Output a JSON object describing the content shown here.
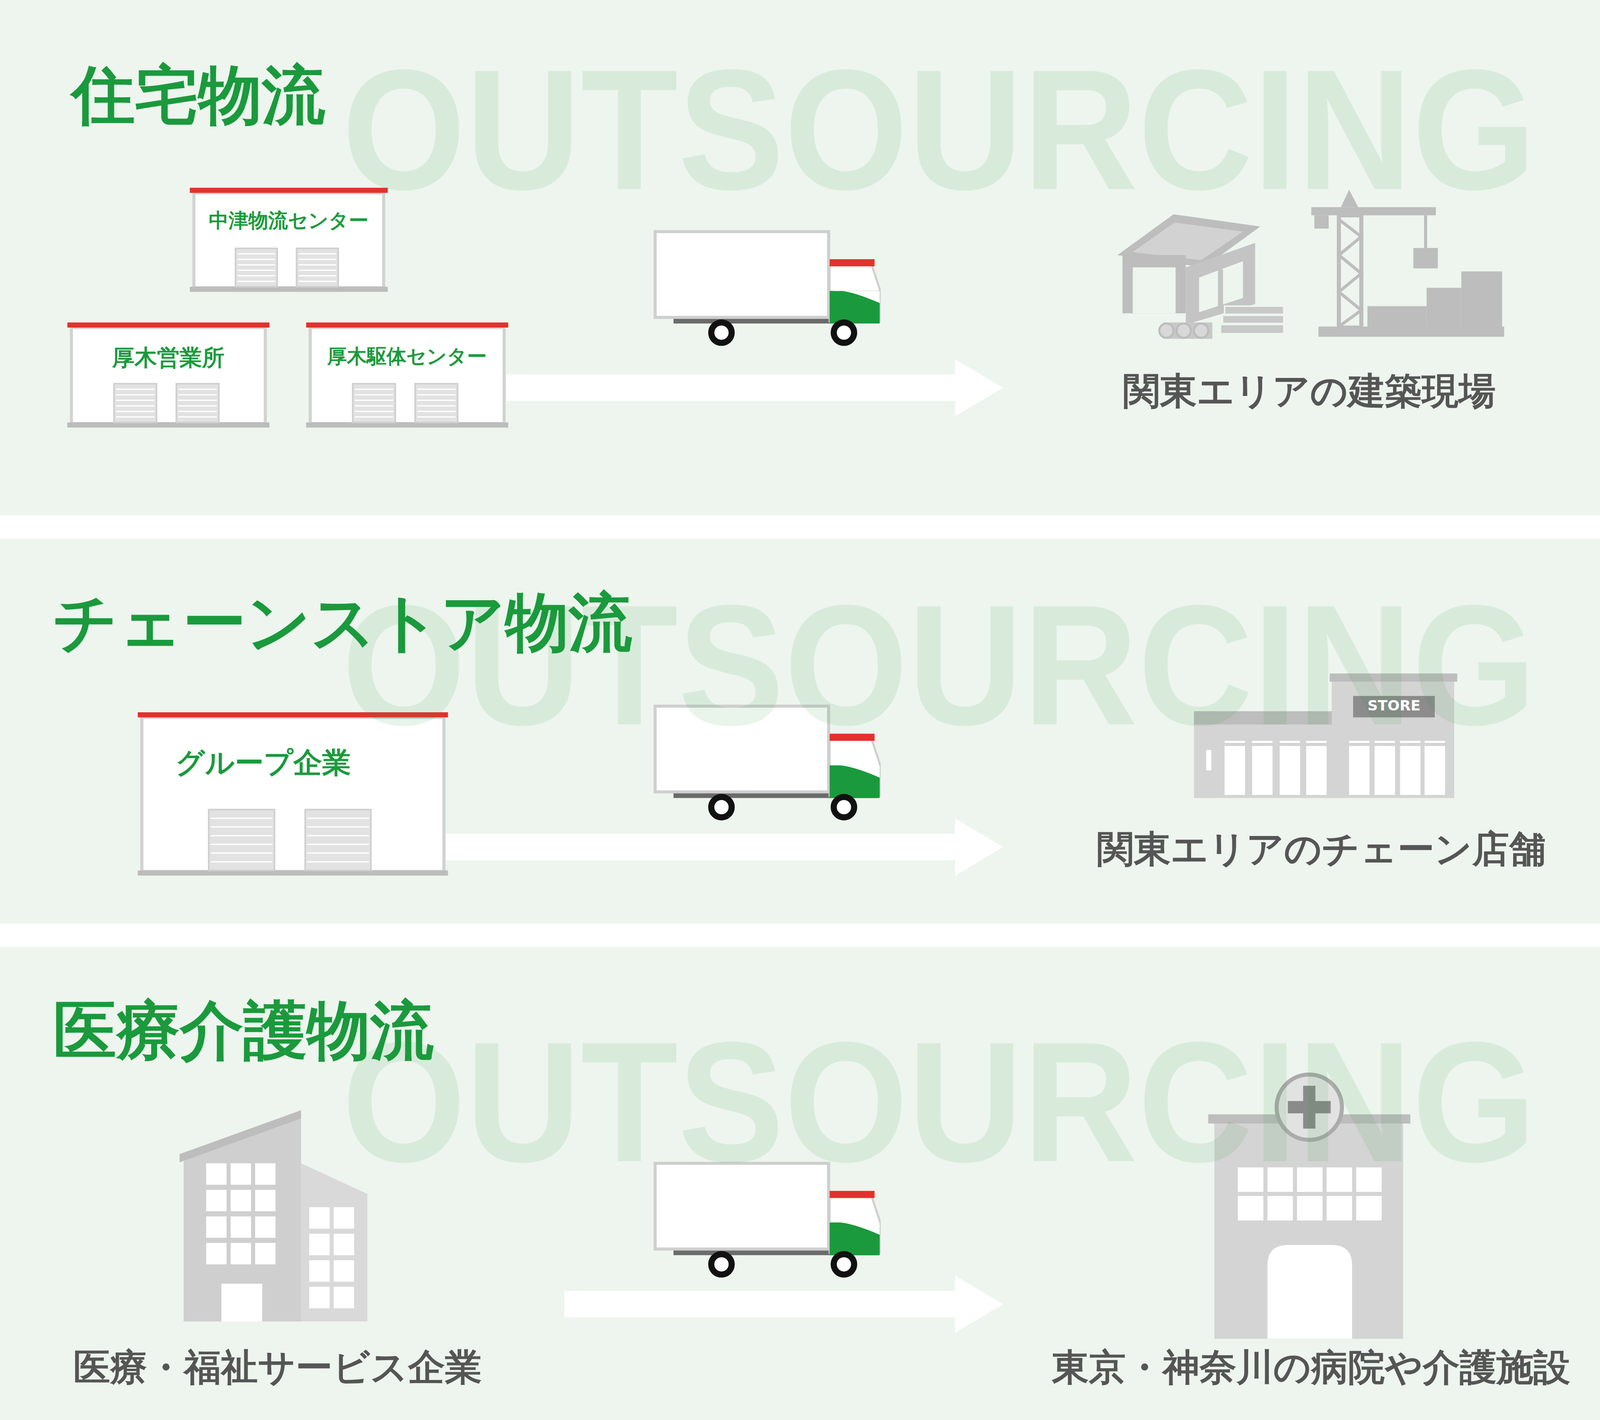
{
  "diagram": {
    "nodes": [
      {
        "text": [
          "住宅物流"
        ]
      },
      {
        "text": [
          "中津物流センター"
        ],
        "in": 0
      },
      {
        "text": [
          "厚木営業所"
        ],
        "in": 0
      },
      {
        "text": [
          "厚木駆体センター"
        ],
        "in": 0
      },
      {
        "text": [
          "関東エリアの建築現場"
        ],
        "in": 0
      },
      {
        "text": [
          "チェーンストア物流"
        ]
      },
      {
        "text": [
          "グループ企業"
        ],
        "in": 5
      },
      {
        "text": [
          "関東エリアのチェーン店舗"
        ],
        "in": 5
      },
      {
        "text": [
          "医療介護物流"
        ]
      },
      {
        "text": [
          "医療・福祉サービス企業"
        ],
        "in": 8
      },
      {
        "text": [
          "東京・神奈川の病院や介護施設"
        ],
        "in": 8
      }
    ],
    "edges": [
      {
        "from": 3,
        "to": 4,
        "arrow": "to"
      },
      {
        "from": 6,
        "to": 7,
        "arrow": "to"
      },
      {
        "from": 9,
        "to": 10,
        "arrow": "to"
      }
    ],
    "labels": [
      "OUTSOURCING",
      "OUTSOURCING",
      "OUTSOURCING",
      "STORE"
    ]
  }
}
